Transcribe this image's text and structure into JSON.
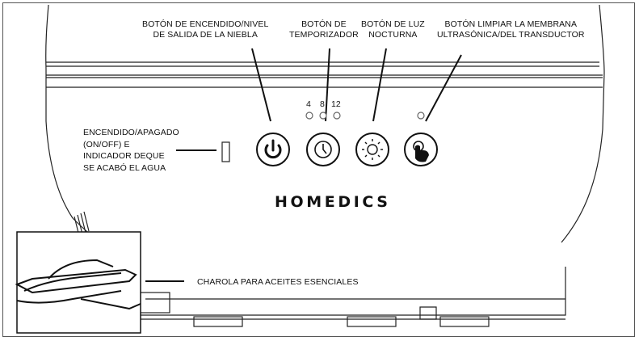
{
  "labels": {
    "power": [
      "BOTÓN DE ENCENDIDO/NIVEL",
      "DE SALIDA DE LA NIEBLA"
    ],
    "timer": [
      "BOTÓN DE",
      "TEMPORIZADOR"
    ],
    "nightlight": [
      "BOTÓN DE LUZ",
      "NOCTURNA"
    ],
    "clean": [
      "BOTÓN LIMPIAR LA MEMBRANA",
      "ULTRASÓNICA/DEL TRANSDUCTOR"
    ],
    "indicator": [
      "ENCENDIDO/APAGADO",
      "(ON/OFF) E",
      "INDICADOR DEQUE",
      "SE ACABÓ EL AGUA"
    ],
    "tray": "CHAROLA PARA ACEITES ESENCIALES"
  },
  "timer_numbers": [
    "4",
    "8",
    "12"
  ],
  "brand": "HOMEDICS",
  "buttons": [
    {
      "name": "power",
      "icon": "power-icon"
    },
    {
      "name": "timer",
      "icon": "clock-icon"
    },
    {
      "name": "nightlight",
      "icon": "sun-icon"
    },
    {
      "name": "clean",
      "icon": "touch-icon"
    }
  ]
}
